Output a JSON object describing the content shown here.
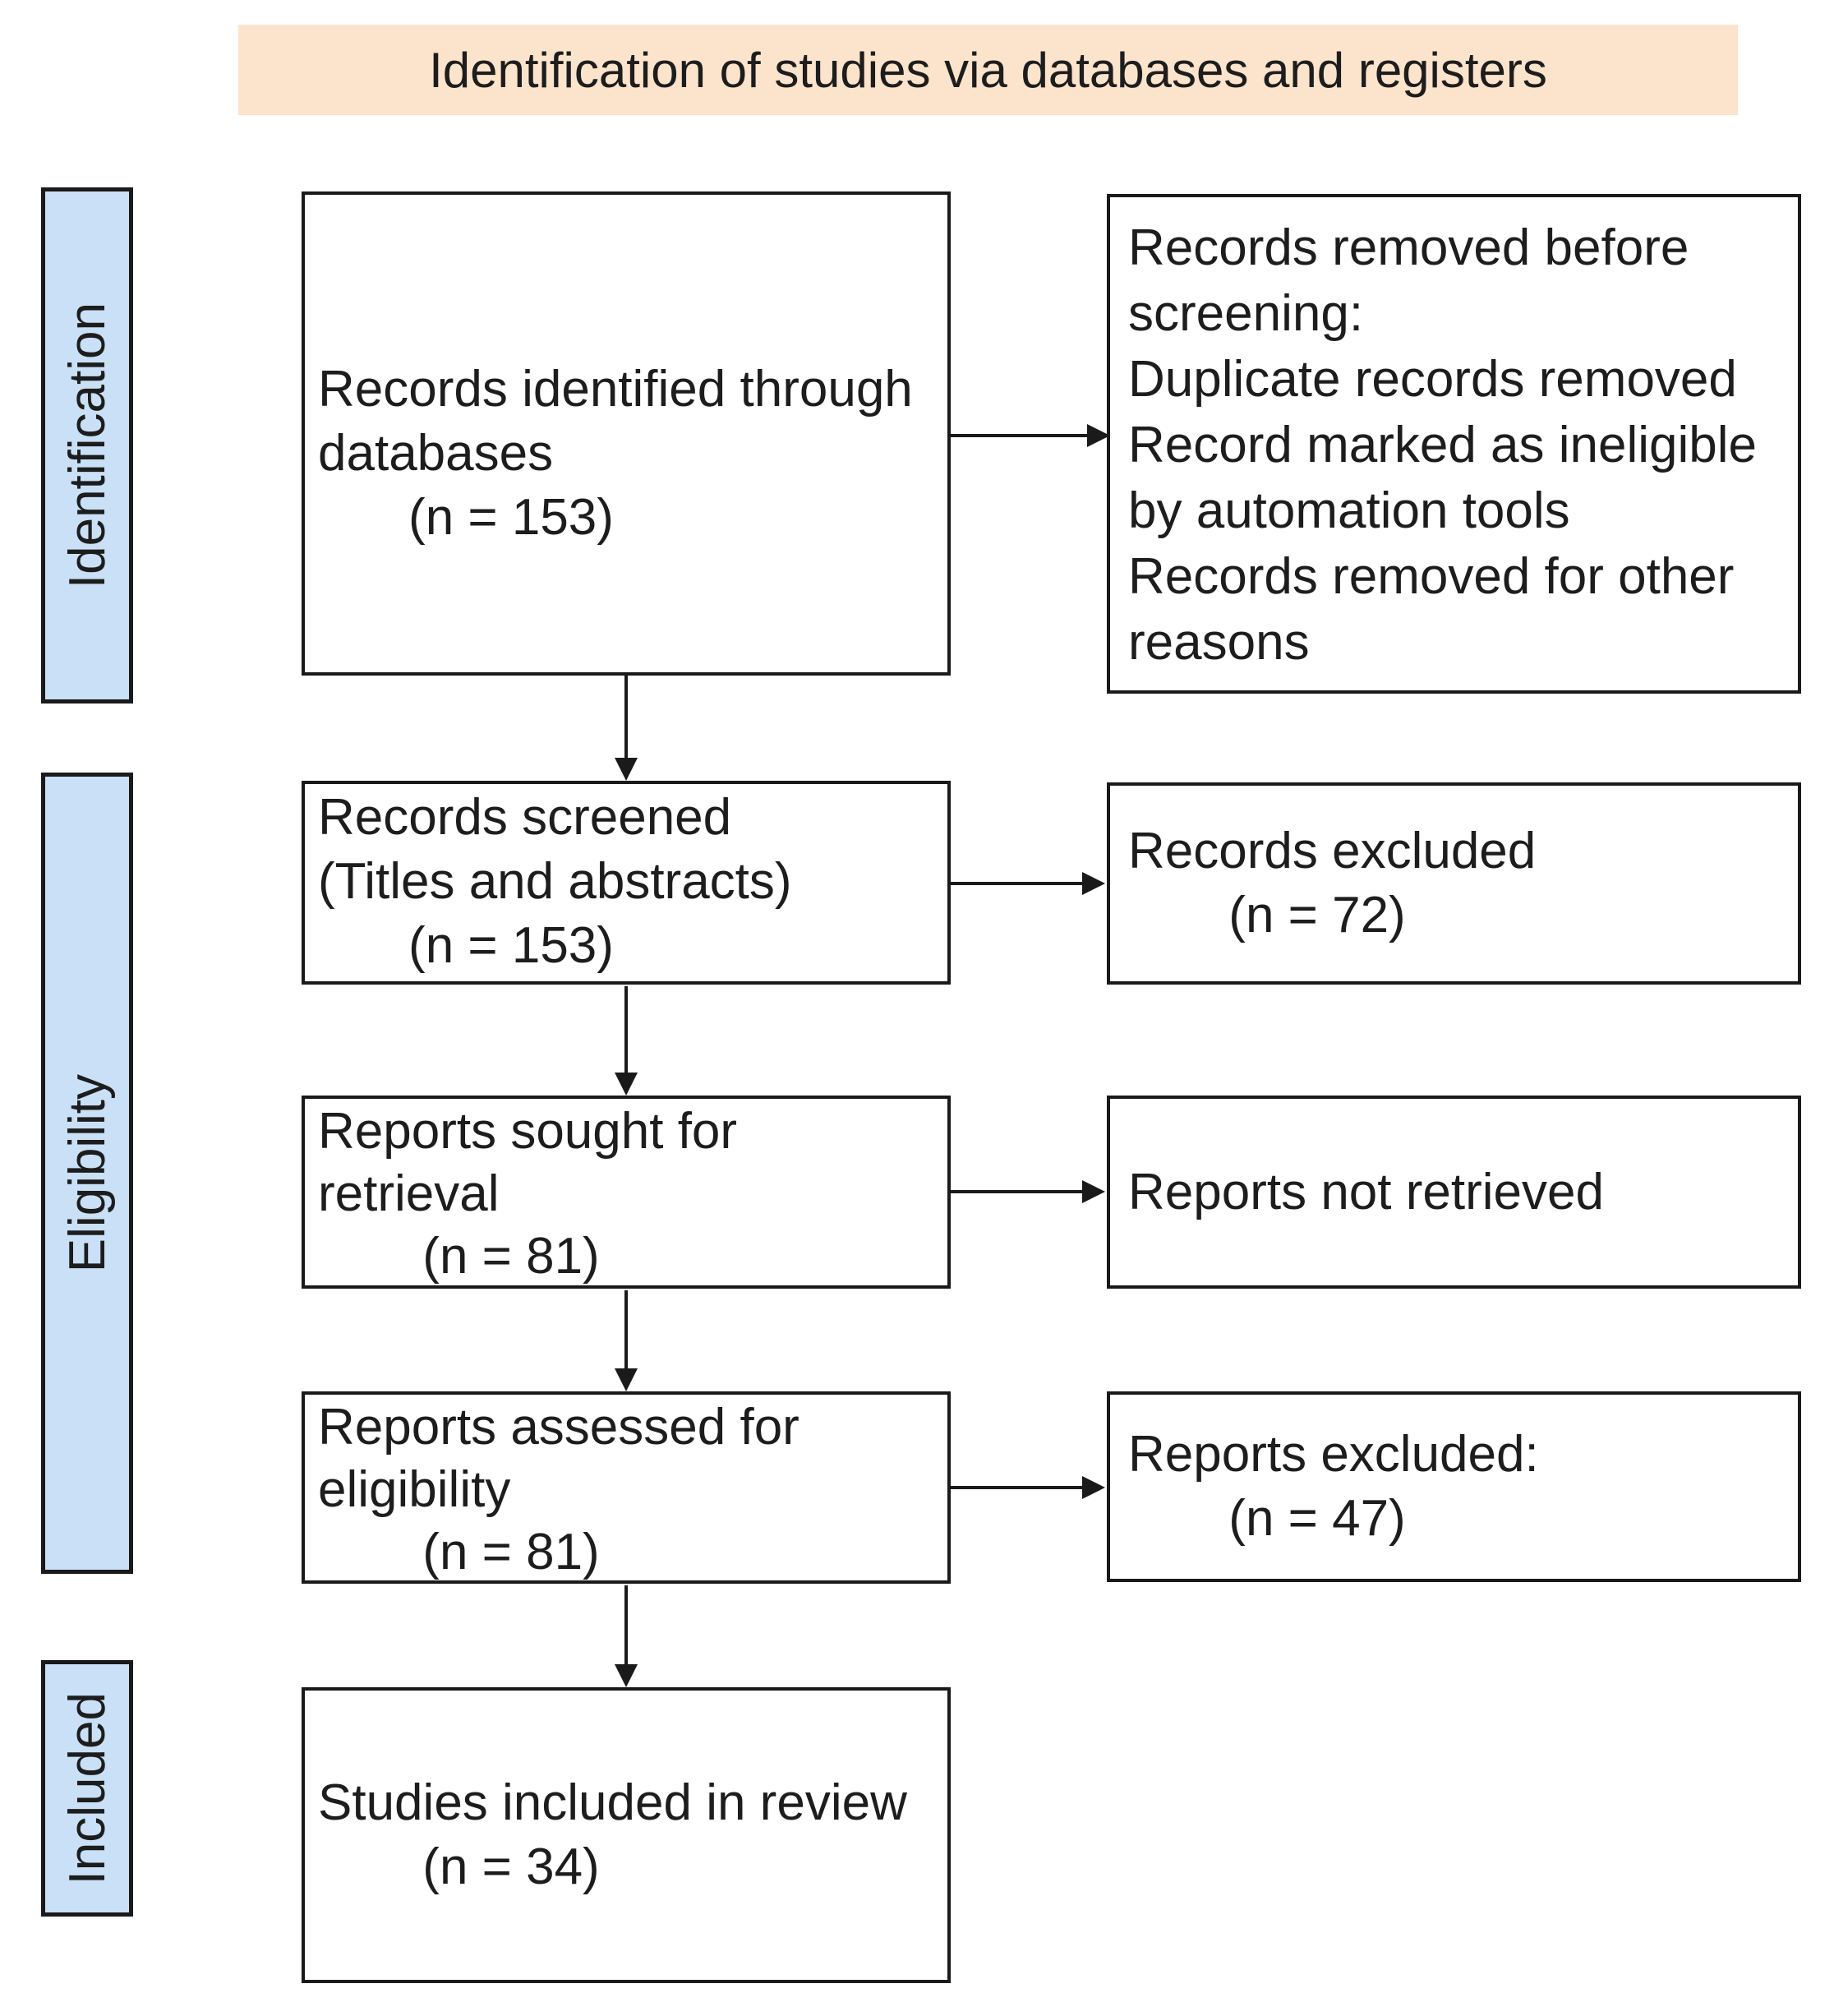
{
  "header": {
    "title": "Identification of studies via databases and registers"
  },
  "stages": {
    "identification": "Identification",
    "eligibility": "Eligibility",
    "included": "Included"
  },
  "boxes": {
    "identified": {
      "label": "Records identified through\ndatabases",
      "count": "(n = 153)"
    },
    "removed": {
      "label": "Records removed before\nscreening:\nDuplicate records removed\nRecord marked as ineligible\nby automation tools\nRecords removed for other\nreasons"
    },
    "screened": {
      "label": "Records screened\n(Titles and abstracts)",
      "count": "(n = 153)"
    },
    "records_excluded": {
      "label": "Records excluded",
      "count": "(n = 72)"
    },
    "sought": {
      "label": "Reports sought for\nretrieval",
      "count": "(n = 81)"
    },
    "not_retrieved": {
      "label": "Reports not retrieved"
    },
    "assessed": {
      "label": "Reports assessed for\neligibility",
      "count": "(n = 81)"
    },
    "reports_excluded": {
      "label": "Reports excluded:",
      "count": "(n = 47)"
    },
    "included_review": {
      "label": "Studies included in review",
      "count": "(n = 34)"
    }
  },
  "colors": {
    "header_bg": "#fce4cc",
    "stage_bg": "#c9e0f6",
    "box_border": "#1a1a1a",
    "text": "#1d1d1d",
    "box_bg": "#ffffff"
  }
}
